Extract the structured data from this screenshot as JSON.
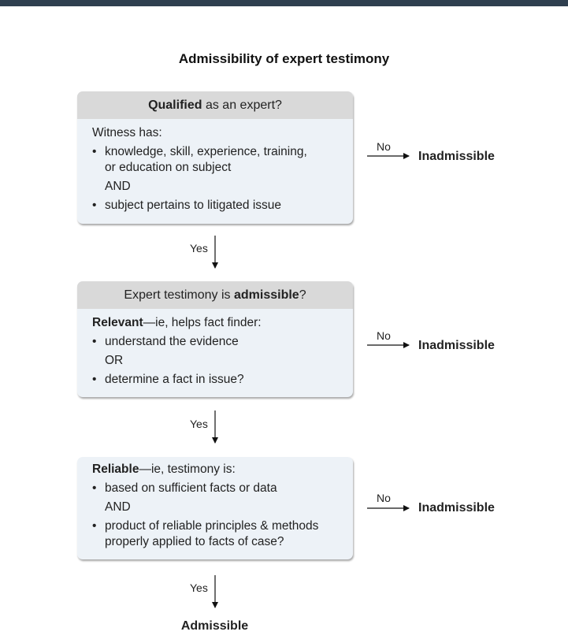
{
  "title": "Admissibility of expert testimony",
  "box1": {
    "header_bold": "Qualified",
    "header_rest": " as an expert?",
    "intro": "Witness has:",
    "item1_line1": "knowledge, skill, experience, training,",
    "item1_line2": "or education on subject",
    "connector": "AND",
    "item2": "subject pertains to litigated issue"
  },
  "box2": {
    "header_pre": "Expert testimony is ",
    "header_bold": "admissible",
    "header_post": "?",
    "intro_bold": "Relevant",
    "intro_rest": "—ie, helps fact finder:",
    "item1": "understand the evidence",
    "connector": "OR",
    "item2": "determine a fact in issue?"
  },
  "box3": {
    "intro_bold": "Reliable",
    "intro_rest": "—ie, testimony is:",
    "item1": "based on sufficient facts or data",
    "connector": "AND",
    "item2_line1": "product of reliable principles & methods",
    "item2_line2": "properly applied to facts of case?"
  },
  "branches": {
    "no_label": "No",
    "yes_label": "Yes",
    "inadmissible": "Inadmissible",
    "final": "Admissible"
  }
}
